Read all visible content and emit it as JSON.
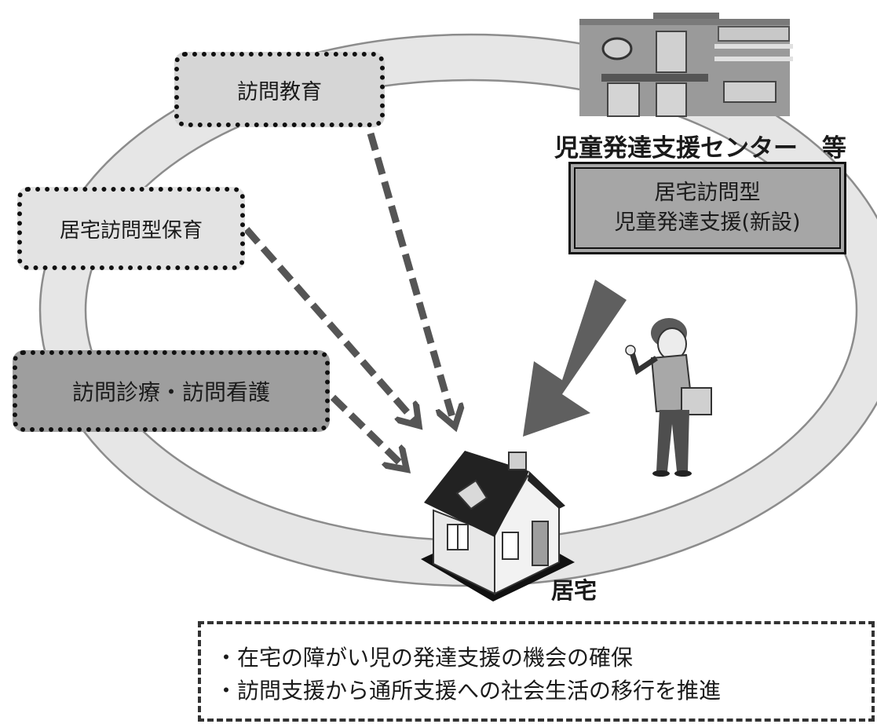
{
  "boxes": {
    "houmon_kyoiku": "訪問教育",
    "kyotaku_hoiku": "居宅訪問型保育",
    "shinryo_kango": "訪問診療・訪問看護",
    "new_service_line1": "居宅訪問型",
    "new_service_line2": "児童発達支援(新設)"
  },
  "labels": {
    "center": "児童発達支援センター　等",
    "home": "居宅"
  },
  "notes": [
    "・在宅の障がい児の発達支援の機会の確保",
    "・訪問支援から通所支援への社会生活の移行を推進"
  ]
}
